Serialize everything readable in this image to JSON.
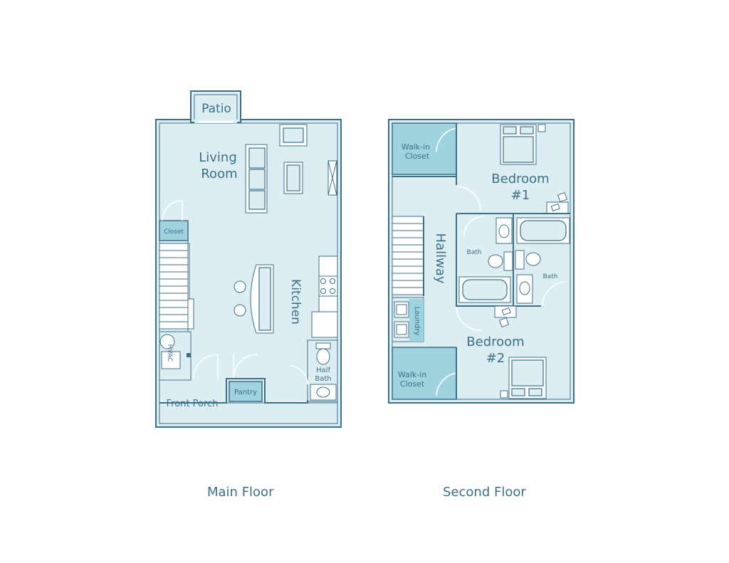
{
  "colors": {
    "accent": "#3d6f87",
    "room_fill": "#ddeef3",
    "closet_fill": "#9fd3de",
    "background": "#ffffff"
  },
  "main_floor": {
    "caption": "Main Floor",
    "rooms": {
      "patio": "Patio",
      "living_line1": "Living",
      "living_line2": "Room",
      "closet": "Closet",
      "kitchen": "Kitchen",
      "hvac": "HVAC",
      "half_bath_line1": "Half",
      "half_bath_line2": "Bath",
      "pantry": "Pantry",
      "front_porch": "Front Porch"
    }
  },
  "second_floor": {
    "caption": "Second Floor",
    "rooms": {
      "walkin1_line1": "Walk-in",
      "walkin1_line2": "Closet",
      "bedroom1_line1": "Bedroom",
      "bedroom1_line2": "#1",
      "hallway": "Hallway",
      "bath_left": "Bath",
      "bath_right": "Bath",
      "laundry": "Laundry",
      "bedroom2_line1": "Bedroom",
      "bedroom2_line2": "#2",
      "walkin2_line1": "Walk-in",
      "walkin2_line2": "Closet"
    }
  }
}
